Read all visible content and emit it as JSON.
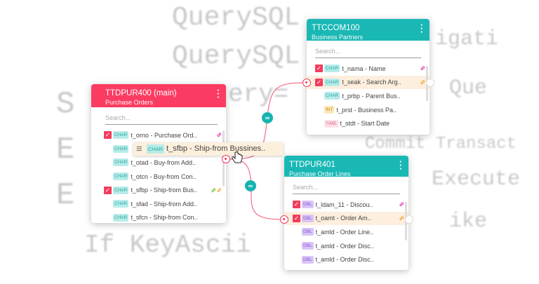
{
  "background_code": [
    "QuerySQL",
    "QuerySQL",
    "ery=",
    "Commit Transact",
    "igati",
    "If KeyAscii",
    "Execute",
    "ike",
    "Que",
    "S",
    "E",
    "E"
  ],
  "colors": {
    "main_header": "#fb3c62",
    "header": "#1ab8b5",
    "checkbox": "#f23d5d",
    "link_pink": "#e81fb0",
    "link_orange": "#f59a1e",
    "link_green": "#55c21b"
  },
  "cards": [
    {
      "title": "TTDPUR400 (main)",
      "subtitle": "Purchase Orders",
      "search_placeholder": "Search...",
      "rows": [
        {
          "checked": true,
          "type": "CHAR",
          "label": "t_orno - Purchase Ord..",
          "link": "pink"
        },
        {
          "checked": false,
          "type": "CHAR",
          "label": "",
          "link": ""
        },
        {
          "checked": false,
          "type": "CHAR",
          "label": "t_otad - Buy-from Add..",
          "link": ""
        },
        {
          "checked": false,
          "type": "CHAR",
          "label": "t_otcn - Buy-from Con..",
          "link": ""
        },
        {
          "checked": true,
          "type": "CHAR",
          "label": "t_sfbp - Ship-from Bus..",
          "link": "green-orange"
        },
        {
          "checked": false,
          "type": "CHAR",
          "label": "t_sfad - Ship-from Add..",
          "link": ""
        },
        {
          "checked": false,
          "type": "CHAR",
          "label": "t_sfcn - Ship-from Con..",
          "link": ""
        }
      ]
    },
    {
      "title": "TTCCOM100",
      "subtitle": "Business Partners",
      "search_placeholder": "Search...",
      "rows": [
        {
          "checked": true,
          "type": "CHAR",
          "label": "t_nama - Name",
          "link": "pink"
        },
        {
          "checked": true,
          "type": "CHAR",
          "label": "t_seak - Search Arg..",
          "link": "orange",
          "highlight": true
        },
        {
          "checked": false,
          "type": "CHAR",
          "label": "t_prbp - Parent Bus..",
          "link": ""
        },
        {
          "checked": false,
          "type": "INT",
          "label": "t_prst - Business Pa..",
          "link": ""
        },
        {
          "checked": false,
          "type": "TIME",
          "label": "t_stdt - Start Date",
          "link": ""
        }
      ]
    },
    {
      "title": "TTDPUR401",
      "subtitle": "Purchase Order Lines",
      "search_placeholder": "Search...",
      "rows": [
        {
          "checked": true,
          "type": "DBL",
          "label": "t_ldam_11 - Discou..",
          "link": "pink"
        },
        {
          "checked": true,
          "type": "DBL",
          "label": "t_oamt - Order Am..",
          "link": "orange",
          "highlight": true
        },
        {
          "checked": false,
          "type": "DBL",
          "label": "t_amld - Order Line..",
          "link": ""
        },
        {
          "checked": false,
          "type": "DBL",
          "label": "t_amld - Order Disc..",
          "link": ""
        },
        {
          "checked": false,
          "type": "DBL",
          "label": "t_amld - Order Disc..",
          "link": ""
        }
      ]
    }
  ],
  "drag_item": {
    "type": "CHAR",
    "label": "t_sfbp - Ship-from Bussines.."
  },
  "icons": {
    "checkmark": "✓",
    "link": "🔗",
    "kebab": "⋮",
    "drag_handle": "≡",
    "cursor": "hand-pointer"
  }
}
